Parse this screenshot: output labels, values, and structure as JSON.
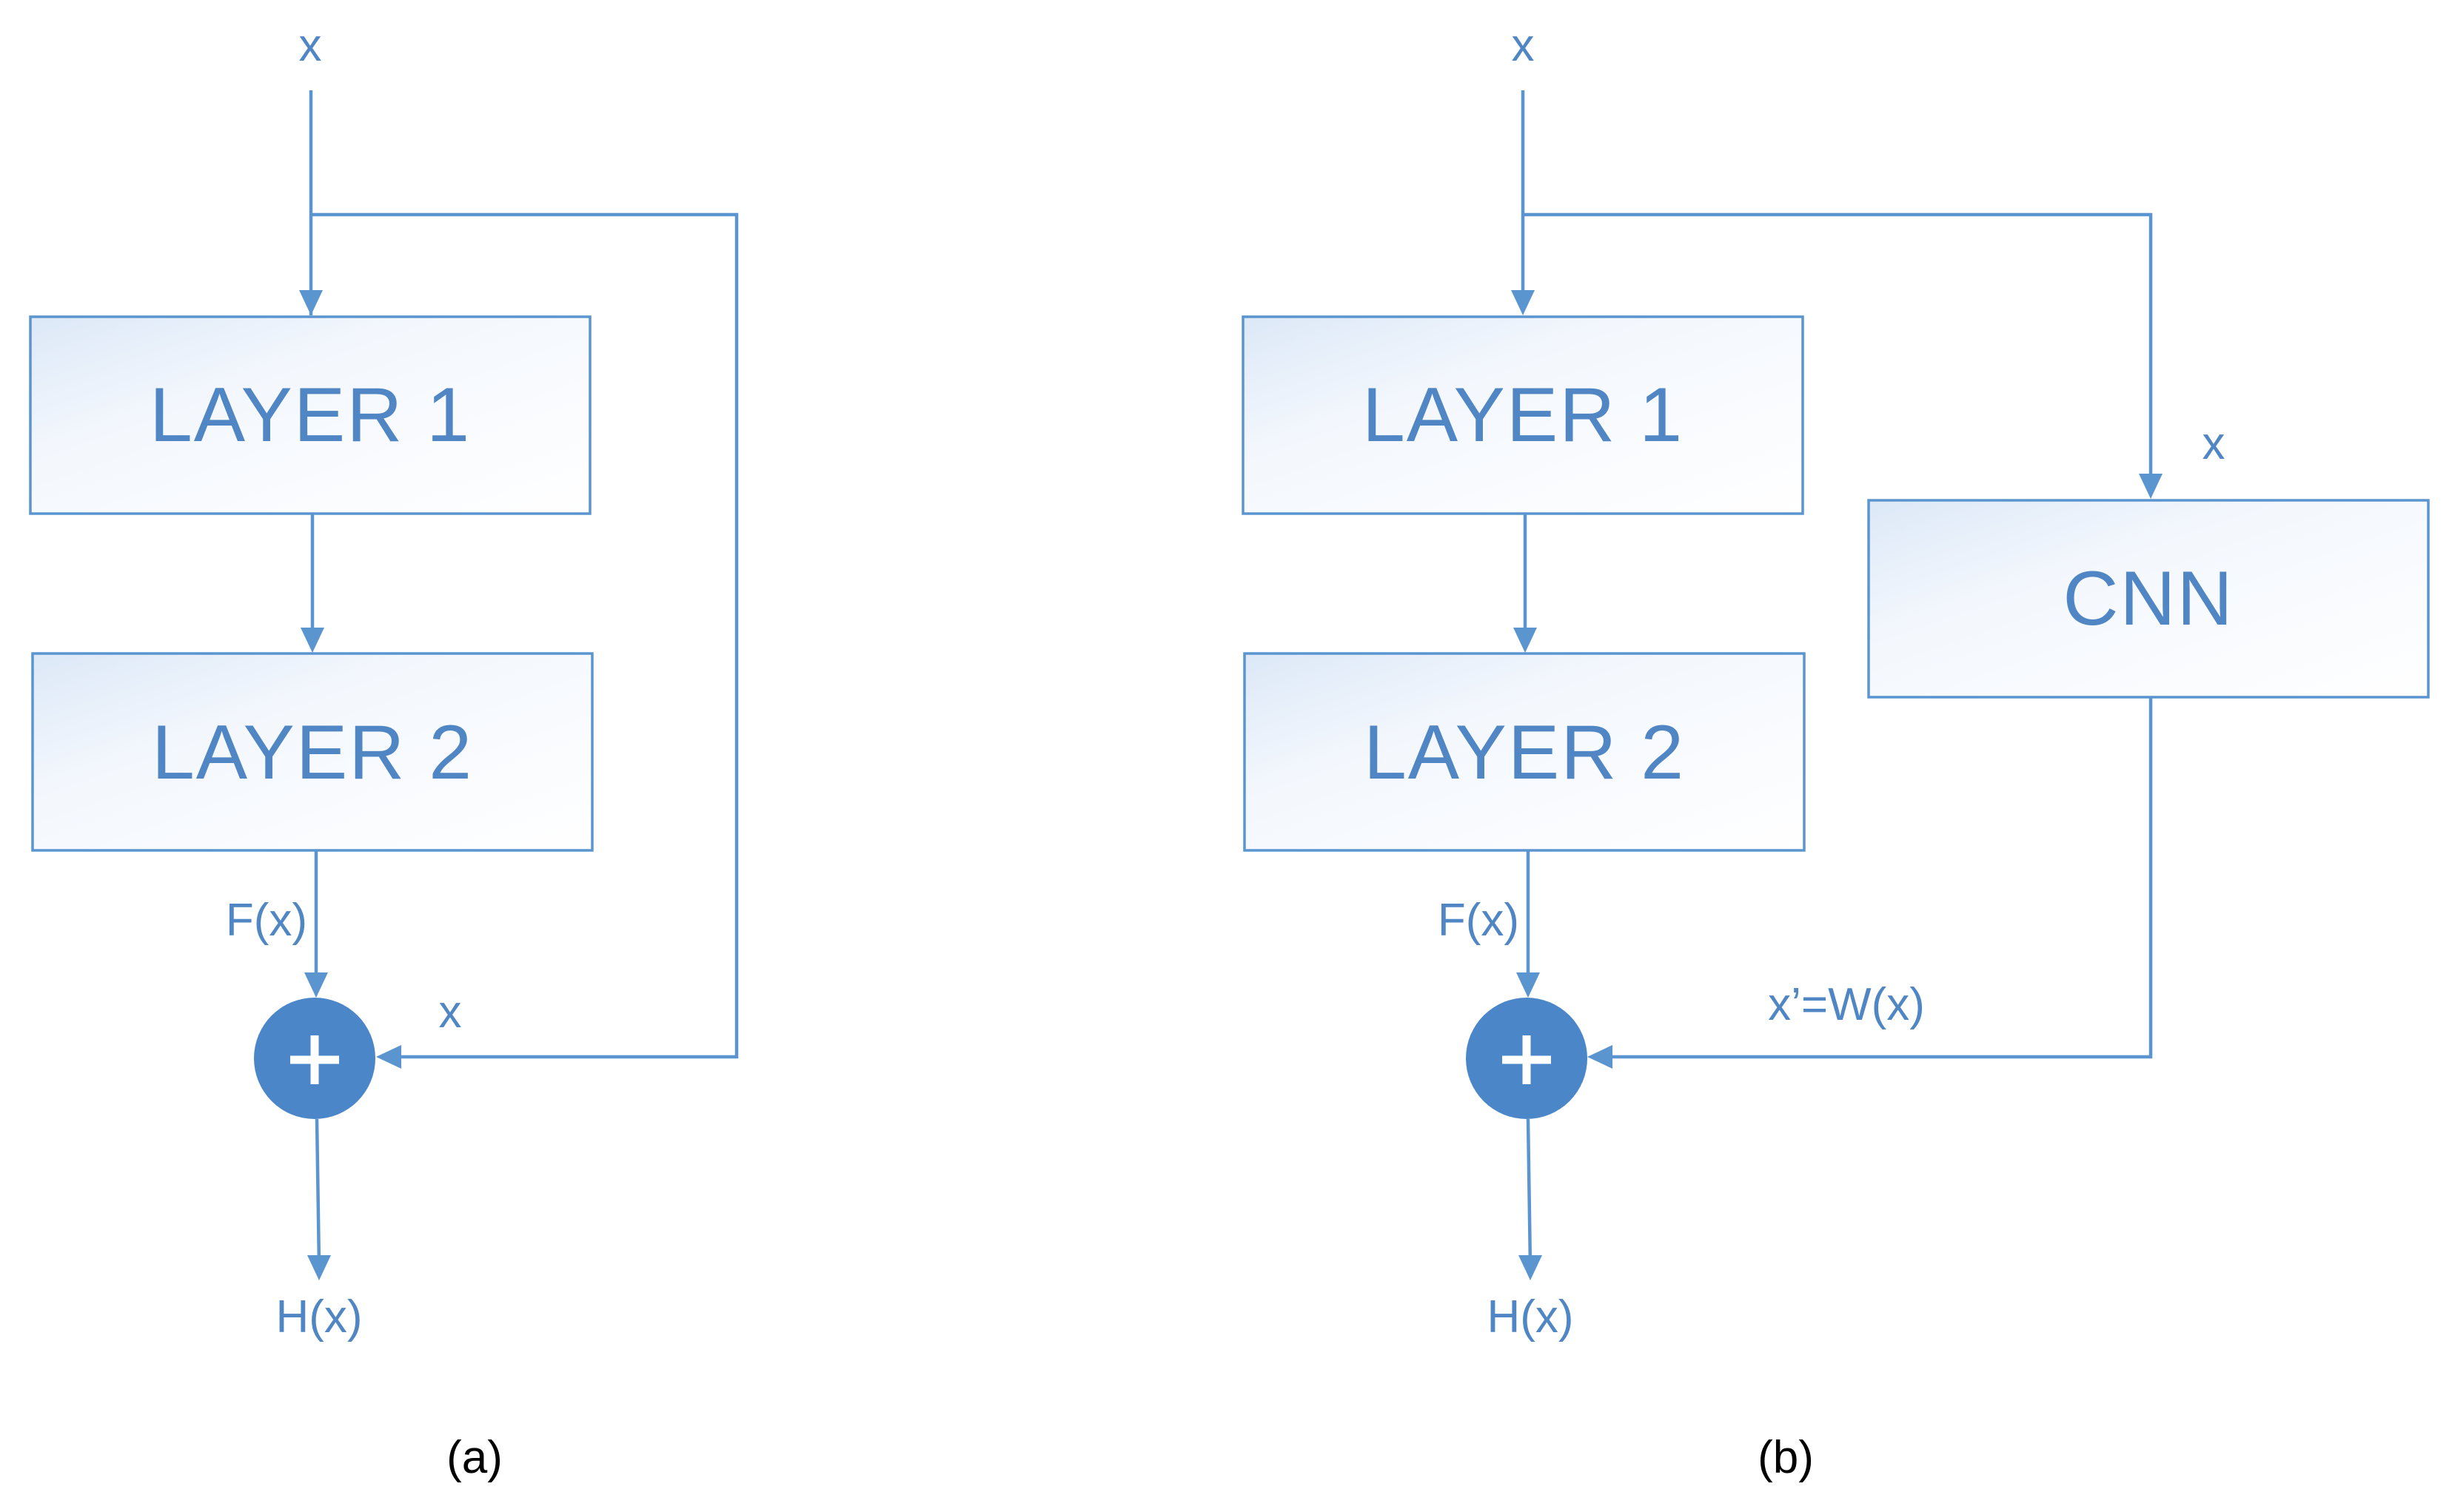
{
  "panel_a": {
    "caption": "(a)",
    "input_label": "x",
    "layer1_label": "LAYER 1",
    "layer2_label": "LAYER 2",
    "residual_label": "F(x)",
    "shortcut_label": "x",
    "output_label": "H(x)"
  },
  "panel_b": {
    "caption": "(b)",
    "input_label": "x",
    "layer1_label": "LAYER 1",
    "layer2_label": "LAYER 2",
    "cnn_label": "CNN",
    "cnn_input_label": "x",
    "residual_label": "F(x)",
    "shortcut_label": "x’=W(x)",
    "output_label": "H(x)"
  },
  "colors": {
    "line": "#5b95d0",
    "text": "#4f86c3",
    "adder_fill": "#4a86c8",
    "caption": "#000000"
  },
  "icons": {
    "adder": "plus-circle-icon"
  }
}
